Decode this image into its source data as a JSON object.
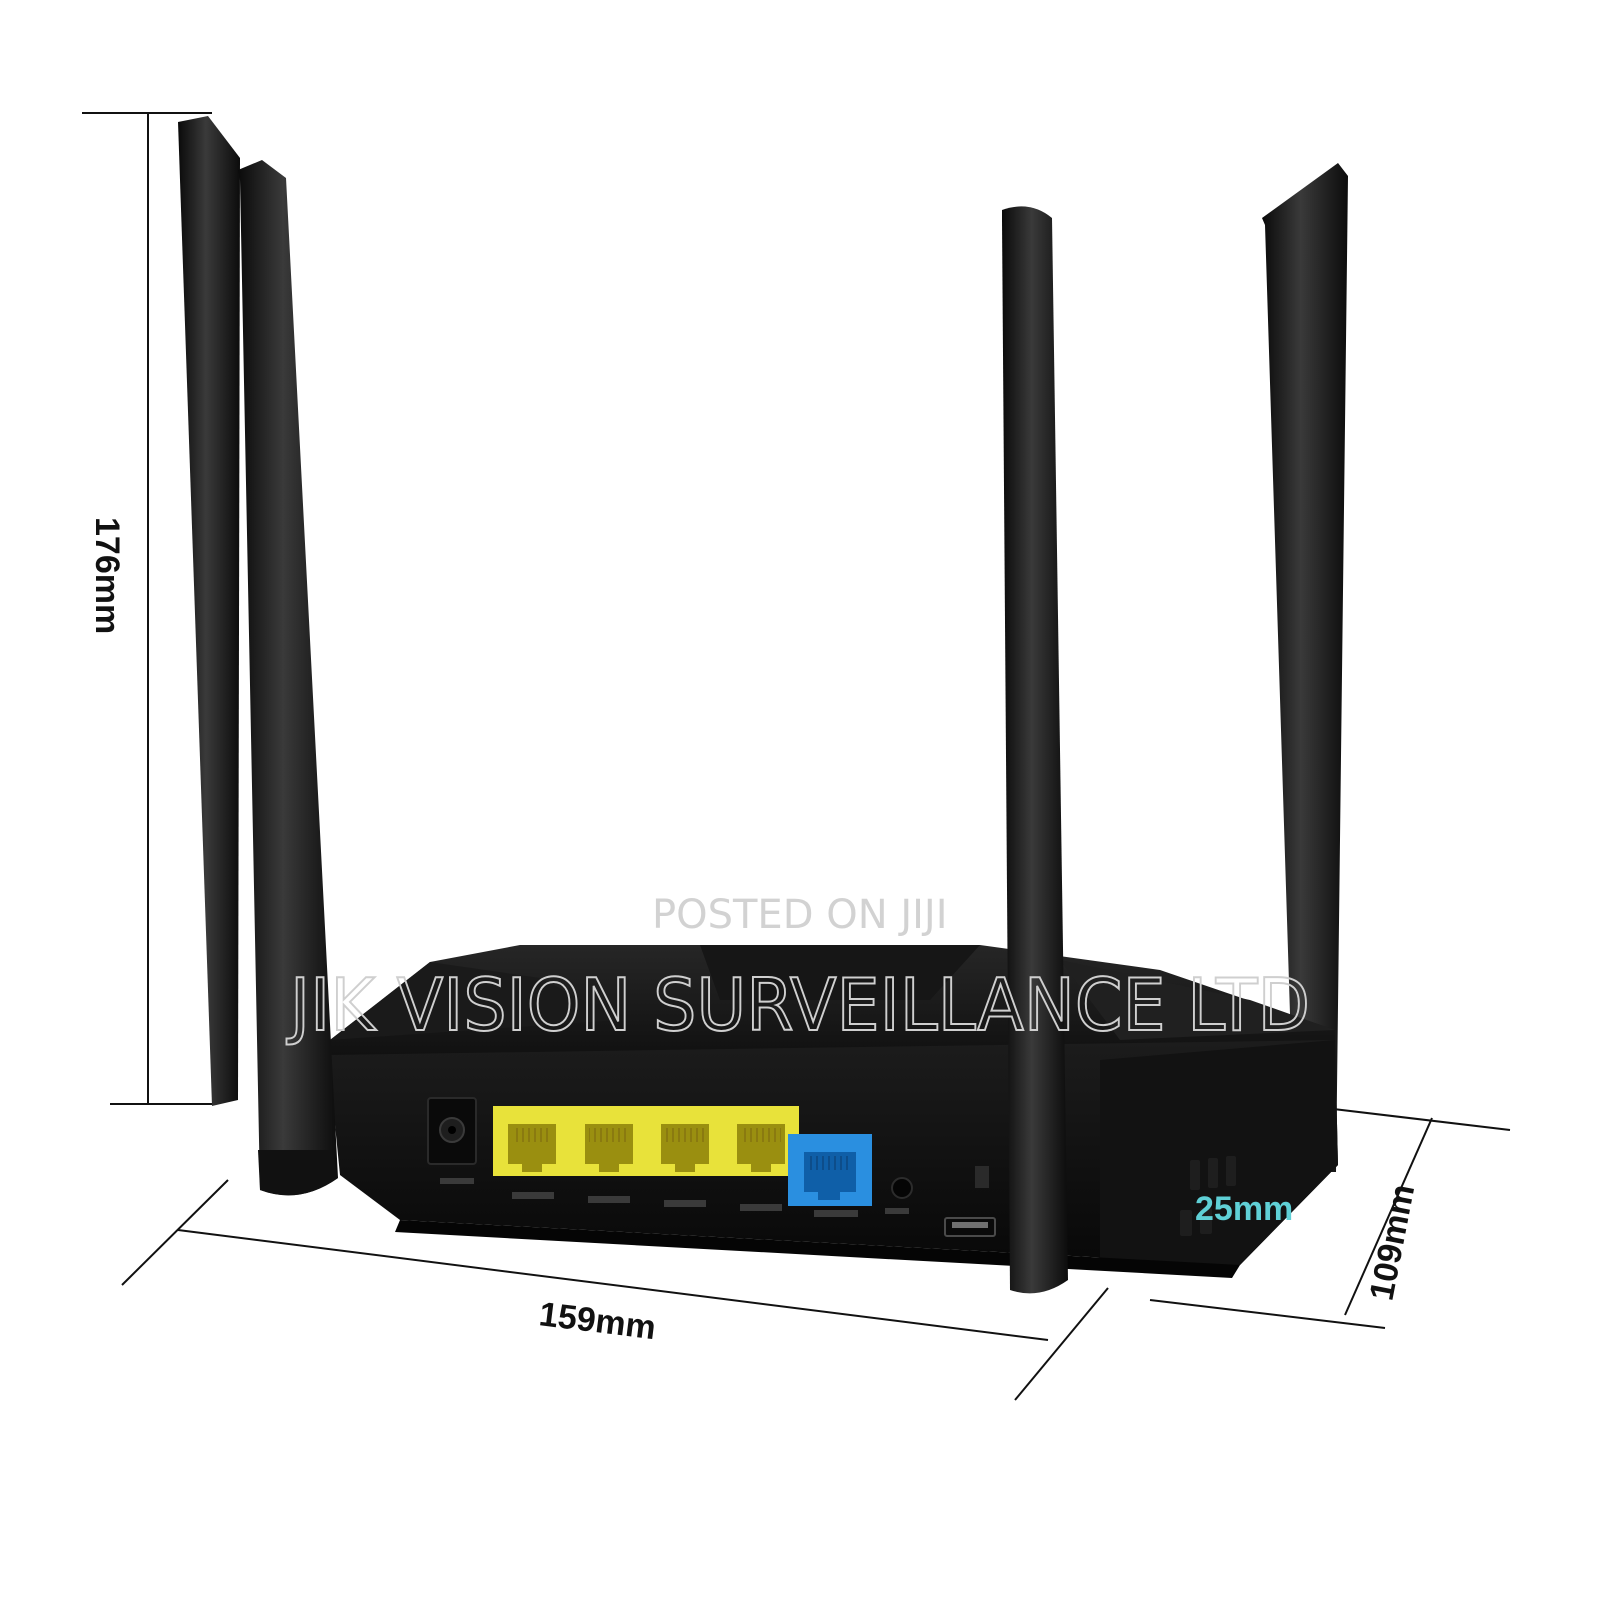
{
  "photo": {
    "subject": "router-rear-view",
    "colors": {
      "body": "#141414",
      "lan_port": "#e8e23a",
      "wan_port": "#2a8fe0",
      "accent_dimension": "#5fd0d6"
    }
  },
  "dimensions": {
    "height": "176mm",
    "width": "159mm",
    "depth": "109mm",
    "thickness": "25mm"
  },
  "watermark": {
    "posted": "POSTED ON JIJI",
    "company": "JIK VISION SURVEILLANCE LTD"
  }
}
